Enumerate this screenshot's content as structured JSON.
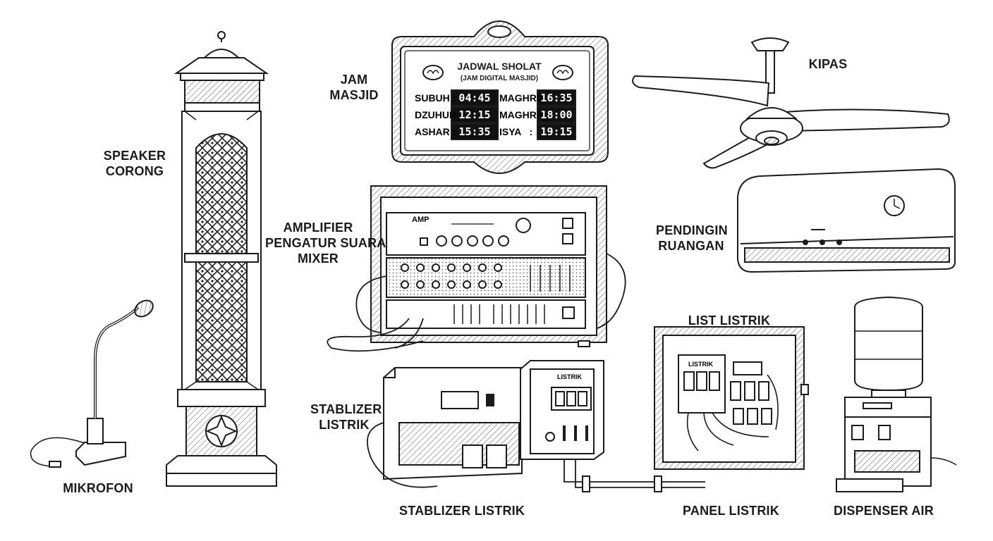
{
  "labels": {
    "jam_masjid": [
      "JAM",
      "MASJID"
    ],
    "speaker": [
      "SPEAKER",
      "CORONG"
    ],
    "kipas": "KIPAS",
    "amplifier": [
      "AMPLIFIER",
      "PENGATUR SUARA",
      "MIXER"
    ],
    "pendingin": [
      "PENDINGIN",
      "RUANGAN"
    ],
    "list_listrik": "LIST LISTRIK",
    "stabilizer_side": [
      "STABLIZER",
      "LISTRIK"
    ],
    "mikrofon": "MIKROFON",
    "stabilizer_bottom": "STABLIZER LISTRIK",
    "panel": "PANEL LISTRIK",
    "dispenser": "DISPENSER AIR"
  },
  "clock": {
    "title": "JADWAL SHOLAT",
    "subtitle": "(JAM DIGITAL MASJID)",
    "rows": [
      {
        "left_name": "SUBUH :",
        "left_time": "04:45",
        "right_name": "MAGHRIB:",
        "right_time": "16:35"
      },
      {
        "left_name": "DZUHUR:",
        "left_time": "12:15",
        "right_name": "MAGHRIB:",
        "right_time": "18:00"
      },
      {
        "left_name": "ASHAR :",
        "left_time": "15:35",
        "right_name": "ISYA   :",
        "right_time": "19:15"
      }
    ]
  },
  "device_text": {
    "amp_brand": "AMP",
    "stabilizer_box": "LISTRIK",
    "panel_breaker": "LISTRIK"
  },
  "colors": {
    "ink": "#1b1b1b",
    "paper": "#ffffff",
    "display": "#111111",
    "display_text": "#ffffff"
  },
  "icons": [
    "calligraphy-emblem-icon"
  ]
}
